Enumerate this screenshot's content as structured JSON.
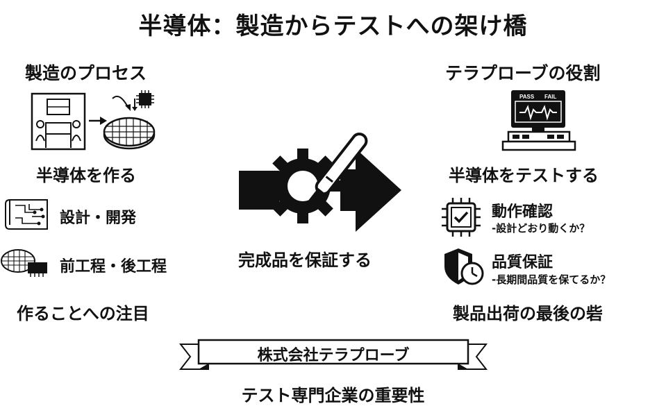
{
  "title": "半導体：製造からテストへの架け橋",
  "left": {
    "heading": "製造のプロセス",
    "subheading": "半導体を作る",
    "items": [
      {
        "label": "設計・開発",
        "icon": "blueprint-icon"
      },
      {
        "label": "前工程・後工程",
        "icon": "wafer-chip-icon"
      }
    ],
    "footer": "作ることへの注目"
  },
  "center": {
    "caption": "完成品を保証する",
    "icon": "gear-probe-arrow-icon"
  },
  "right": {
    "heading": "テラプローブの役割",
    "monitor": {
      "pass": "PASS",
      "fail": "FAIL"
    },
    "subheading": "半導体をテストする",
    "items": [
      {
        "label": "動作確認",
        "sub": "-設計どおり動くか？",
        "icon": "chip-check-icon"
      },
      {
        "label": "品質保証",
        "sub": "-長期間品質を保てるか？",
        "icon": "shield-clock-icon"
      }
    ],
    "footer": "製品出荷の最後の砦"
  },
  "banner": {
    "label": "株式会社テラプローブ",
    "tagline": "テスト専門企業の重要性"
  }
}
